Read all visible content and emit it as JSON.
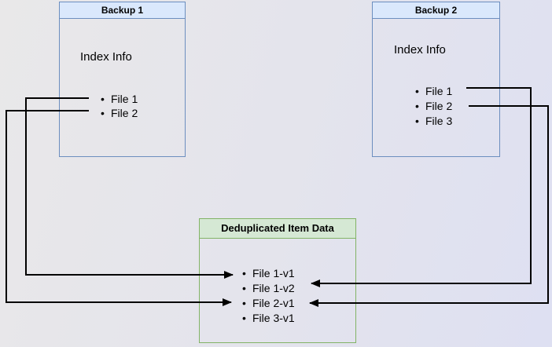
{
  "backup1": {
    "title": "Backup 1",
    "subtitle": "Index Info",
    "files": [
      "File 1",
      "File 2"
    ]
  },
  "backup2": {
    "title": "Backup 2",
    "subtitle": "Index Info",
    "files": [
      "File 1",
      "File 2",
      "File 3"
    ]
  },
  "dedup": {
    "title": "Deduplicated Item Data",
    "items": [
      "File 1-v1",
      "File 1-v2",
      "File 2-v1",
      "File 3-v1"
    ]
  },
  "connections": [
    {
      "from": "backup1-file1",
      "to": "dedup-file1-v1"
    },
    {
      "from": "backup1-file2",
      "to": "dedup-file2-v1"
    },
    {
      "from": "backup2-file1",
      "to": "dedup-file1-v2"
    },
    {
      "from": "backup2-file2",
      "to": "dedup-file2-v1"
    }
  ],
  "colors": {
    "blue_fill": "#dae8fc",
    "blue_stroke": "#6c8ebf",
    "green_fill": "#d5e8d4",
    "green_stroke": "#82b366",
    "arrow": "#000000"
  }
}
